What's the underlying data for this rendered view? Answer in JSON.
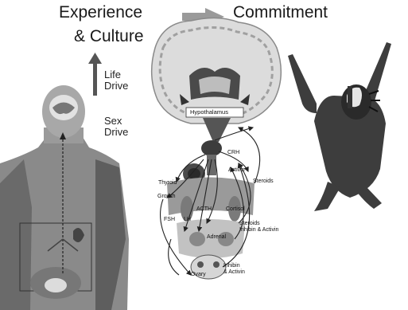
{
  "headings": {
    "left_line1": "Experience",
    "left_line2": "& Culture",
    "right": "Commitment"
  },
  "drives": {
    "life_line1": "Life",
    "life_line2": "Drive",
    "sex_line1": "Sex",
    "sex_line2": "Drive"
  },
  "labels": {
    "hypothalamus": "Hypothalamus",
    "crh": "CRH",
    "activin_top": "Activin",
    "thyroid": "Thyroid",
    "growth": "Growth",
    "steroids": "Steroids",
    "acth": "ACTH",
    "cortisol": "Cortisol",
    "fsh": "FSH",
    "lh": "LH",
    "adrenal": "Adrenal",
    "steroids_inhibin_line1": "Steroids",
    "steroids_inhibin_line2": "Inhibin & Activin",
    "ovary": "Ovary",
    "inhibin_activin_line1": "Inhibin",
    "inhibin_activin_line2": "& Activin"
  },
  "colors": {
    "arrow": "#9a9a9a",
    "dark_figure": "#3a3a3a",
    "mid_gray": "#6e6e6e",
    "light_gray": "#c8c8c8"
  }
}
